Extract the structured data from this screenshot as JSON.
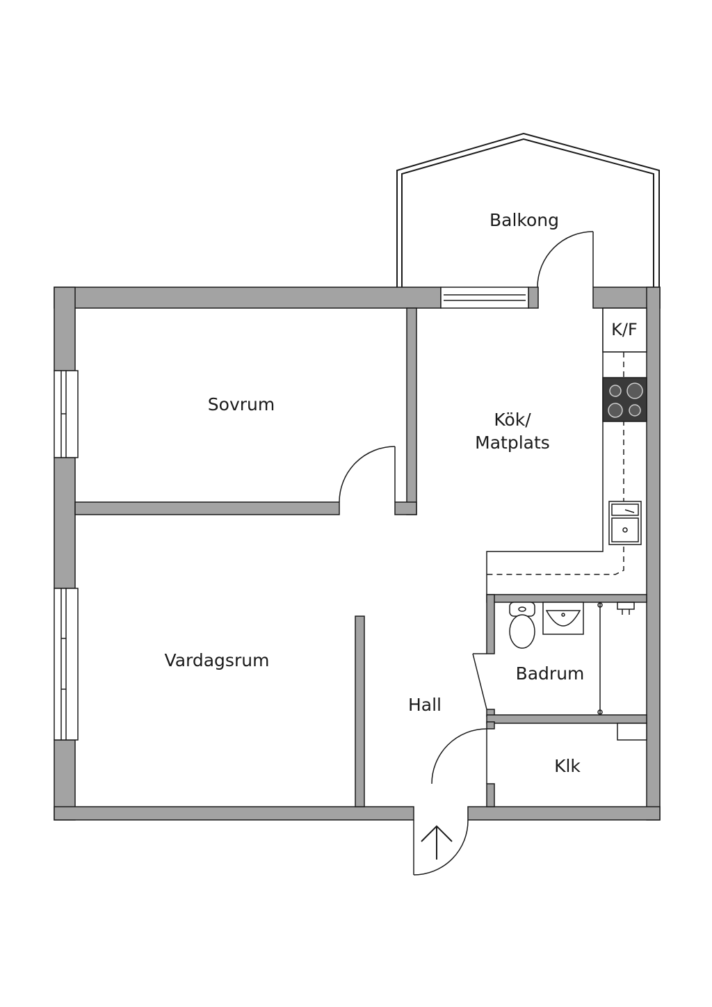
{
  "plan": {
    "rooms": {
      "balcony": "Balkong",
      "bedroom": "Sovrum",
      "kitchen_line1": "Kök/",
      "kitchen_line2": "Matplats",
      "living_room": "Vardagsrum",
      "hall": "Hall",
      "bathroom": "Badrum",
      "closet": "Klk",
      "fridge_freezer": "K/F"
    },
    "entrance_symbol": "entrance-arrow",
    "colors": {
      "wall_fill": "#a3a3a3",
      "line": "#1a1a1a",
      "background": "#ffffff"
    }
  }
}
